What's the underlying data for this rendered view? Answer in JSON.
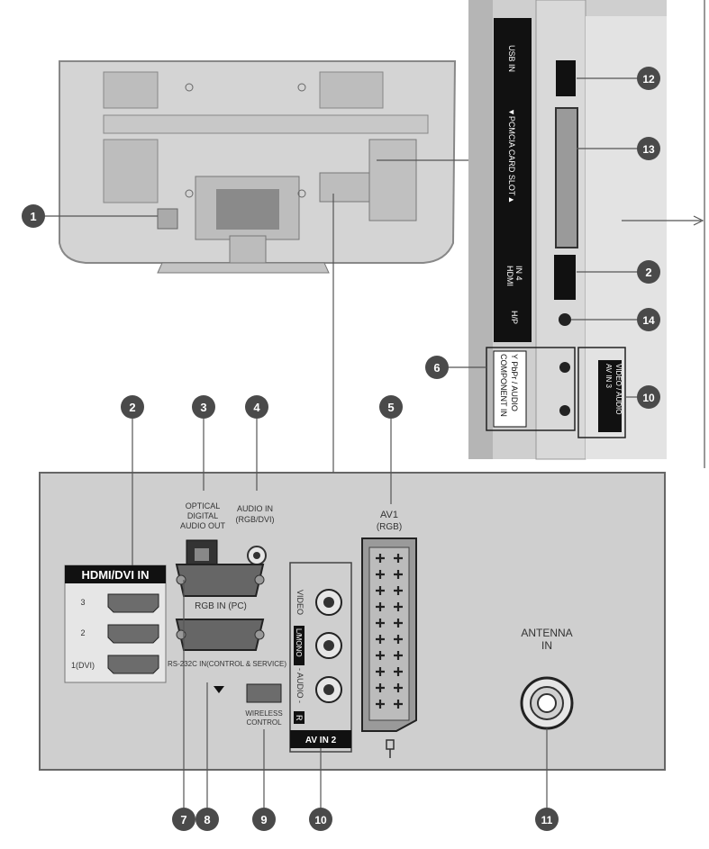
{
  "colors": {
    "panel": "#c9c9c9",
    "panel_dark": "#8f8f8f",
    "panel_light": "#e2e2e2",
    "black": "#111111",
    "badge": "#4a4a4a",
    "line": "#555555"
  },
  "side_panel": {
    "usb_label": "USB IN",
    "pcmcia_label": "▼PCMCIA CARD SLOT▲",
    "hdmi4_line1": "HDMI",
    "hdmi4_line2": "IN 4",
    "headphone_label": "H/P",
    "component_line1": "COMPONENT IN",
    "component_line2": "Y PbPr / AUDIO",
    "av3_line1": "AV IN 3",
    "av3_line2": "VIDEO / AUDIO"
  },
  "rear_panel": {
    "hdmi_dvi_title": "HDMI/DVI IN",
    "hdmi_ports": [
      "3",
      "2",
      "1(DVI)"
    ],
    "optical_line1": "OPTICAL",
    "optical_line2": "DIGITAL",
    "optical_line3": "AUDIO OUT",
    "audio_in_line1": "AUDIO IN",
    "audio_in_line2": "(RGB/DVI)",
    "av1_line1": "AV1",
    "av1_line2": "(RGB)",
    "rgb_in_label": "RGB IN (PC)",
    "rs232_label": "RS-232C IN(CONTROL & SERVICE)",
    "video_label": "VIDEO",
    "lmono_label": "L/MONO",
    "audio_label": "- AUDIO -",
    "r_label": "R",
    "av_in2_label": "AV IN 2",
    "wireless_line1": "WIRELESS",
    "wireless_line2": "CONTROL",
    "antenna_line1": "ANTENNA",
    "antenna_line2": "IN"
  },
  "callouts": [
    "1",
    "2",
    "3",
    "4",
    "5",
    "6",
    "7",
    "8",
    "9",
    "10",
    "11",
    "12",
    "13",
    "14"
  ]
}
